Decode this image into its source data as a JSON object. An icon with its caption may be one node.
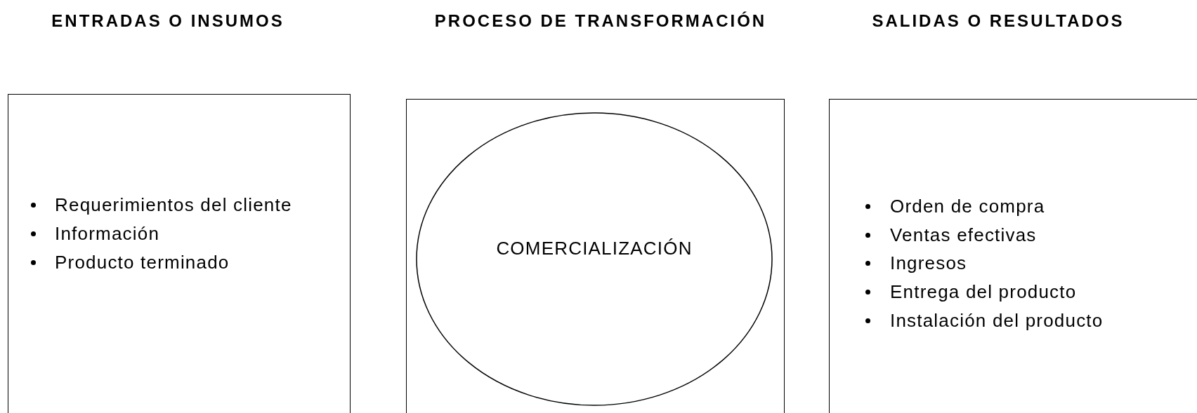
{
  "diagram": {
    "nodes": [
      {
        "text": [
          "Requerimientos del cliente",
          "Información",
          "Producto terminado"
        ]
      },
      {
        "text": [],
        "shape": "box"
      },
      {
        "text": [
          "COMERCIALIZACIÓN"
        ],
        "in": 1
      },
      {
        "text": [
          "Orden de compra",
          "Ventas efectivas",
          "Ingresos",
          "Entrega del producto",
          "Instalación del producto"
        ]
      }
    ],
    "labels": [
      "ENTRADAS O INSUMOS",
      "PROCESO DE TRANSFORMACIÓN",
      "SALIDAS O RESULTADOS"
    ]
  }
}
